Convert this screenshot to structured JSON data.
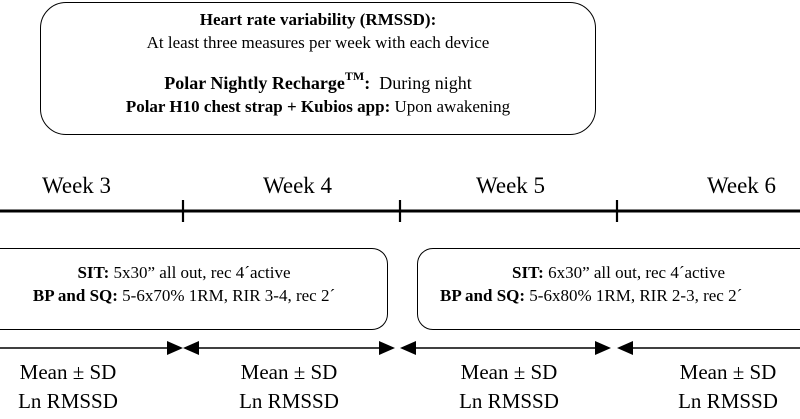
{
  "hrv_box": {
    "title": "Heart rate variability (RMSSD):",
    "subtitle": "At least three measures per week with each device",
    "nightly_label": "Polar Nightly Recharge",
    "nightly_sup": "TM",
    "nightly_colon": ":",
    "nightly_value": "During night",
    "h10_label": "Polar H10 chest strap + Kubios app:",
    "h10_value": "Upon awakening"
  },
  "weeks": [
    "Week 3",
    "Week 4",
    "Week 5",
    "Week 6"
  ],
  "blocks": [
    {
      "sit_label": "SIT:",
      "sit_value": "5x30” all out, rec 4´active",
      "bpsq_label": "BP and SQ:",
      "bpsq_value": "5-6x70% 1RM, RIR 3-4, rec 2´"
    },
    {
      "sit_label": "SIT:",
      "sit_value": "6x30” all out, rec 4´active",
      "bpsq_label": "BP and SQ:",
      "bpsq_value": "5-6x80% 1RM, RIR 2-3, rec 2´"
    }
  ],
  "measures": [
    {
      "line1": "Mean ± SD",
      "line2": "Ln RMSSD"
    },
    {
      "line1": "Mean ± SD",
      "line2": "Ln RMSSD"
    },
    {
      "line1": "Mean ± SD",
      "line2": "Ln RMSSD"
    },
    {
      "line1": "Mean ± SD",
      "line2": "Ln RMSSD"
    }
  ]
}
